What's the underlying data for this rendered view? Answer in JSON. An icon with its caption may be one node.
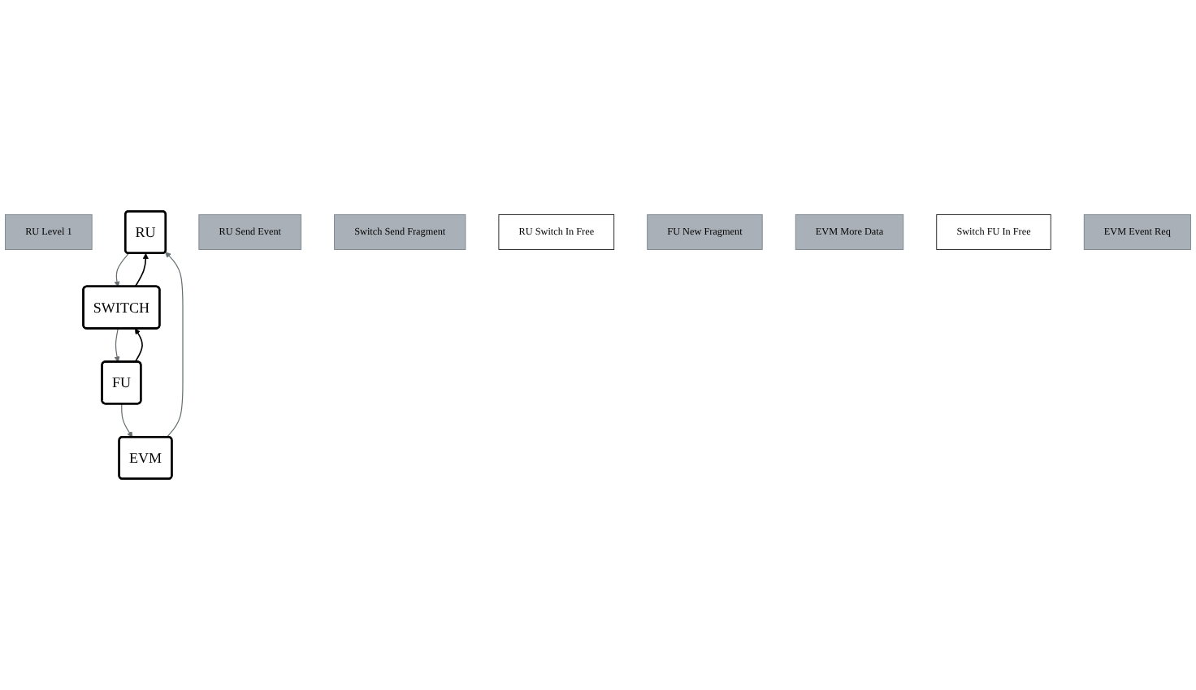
{
  "diagram": {
    "nodes": [
      {
        "text": [
          "RU Level 1"
        ]
      },
      {
        "text": [
          "RU"
        ]
      },
      {
        "text": [
          "RU Send Event"
        ]
      },
      {
        "text": [
          "Switch Send Fragment"
        ]
      },
      {
        "text": [
          "RU Switch In Free"
        ]
      },
      {
        "text": [
          "EVM"
        ]
      },
      {
        "text": [
          "SWITCH"
        ]
      },
      {
        "text": [
          "FU New Fragment"
        ]
      },
      {
        "text": [
          "EVM More Data"
        ]
      },
      {
        "text": [
          "Switch FU In Free"
        ]
      },
      {
        "text": [
          "FU"
        ]
      },
      {
        "text": [
          "EVM Event Req"
        ]
      }
    ],
    "edges": [
      {
        "from": 1,
        "to": 6,
        "arrow": "to"
      },
      {
        "from": 6,
        "to": 1,
        "arrow": "to",
        "color": "#000000"
      },
      {
        "from": 6,
        "to": 10,
        "arrow": "to"
      },
      {
        "from": 10,
        "to": 6,
        "arrow": "to",
        "color": "#000000"
      },
      {
        "from": 5,
        "to": 1,
        "arrow": "to"
      },
      {
        "from": 10,
        "to": 5,
        "arrow": "to"
      }
    ]
  }
}
